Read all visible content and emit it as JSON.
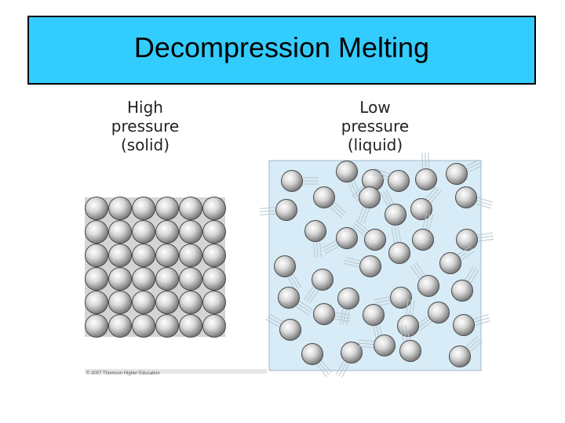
{
  "slide": {
    "title": "Decompression Melting"
  },
  "panels": {
    "solid": {
      "line1": "High",
      "line2": "pressure",
      "line3": "(solid)"
    },
    "liquid": {
      "line1": "Low",
      "line2": "pressure",
      "line3": "(liquid)"
    }
  },
  "copyright": "© 2007 Thomson Higher Education",
  "colors": {
    "title_background": "#33ccff",
    "solid_background": "#d4d4d4",
    "liquid_background": "#d8ecf7",
    "atom_light": "#f4f4f4",
    "atom_dark": "#7a7a7a"
  }
}
